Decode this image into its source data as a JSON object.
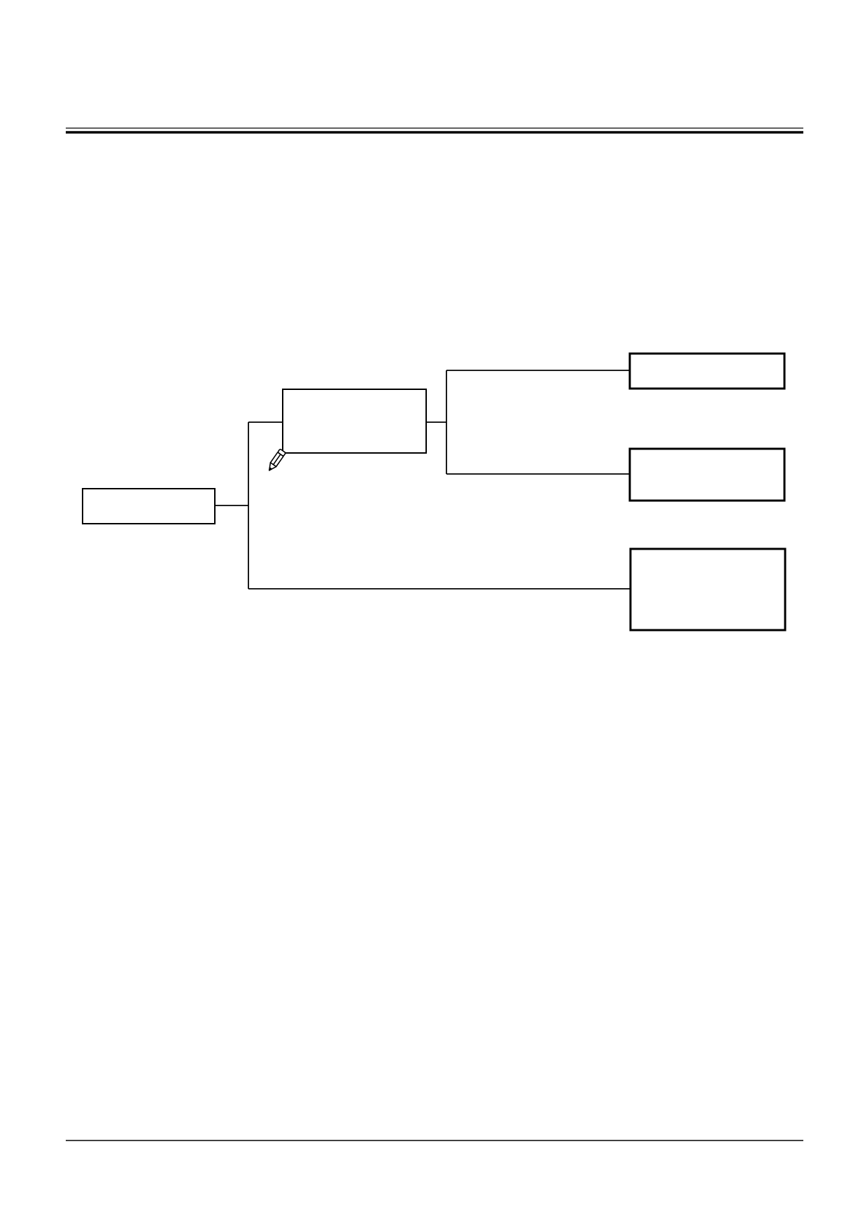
{
  "colors": {
    "ink": "#000000",
    "paper": "#ffffff"
  },
  "icons": {
    "note": "pencil-icon"
  },
  "diagram": {
    "nodes": [
      {
        "id": "root",
        "label": ""
      },
      {
        "id": "branch-a",
        "label": ""
      },
      {
        "id": "leaf-a1",
        "label": ""
      },
      {
        "id": "leaf-a2",
        "label": ""
      },
      {
        "id": "leaf-b",
        "label": ""
      }
    ]
  }
}
